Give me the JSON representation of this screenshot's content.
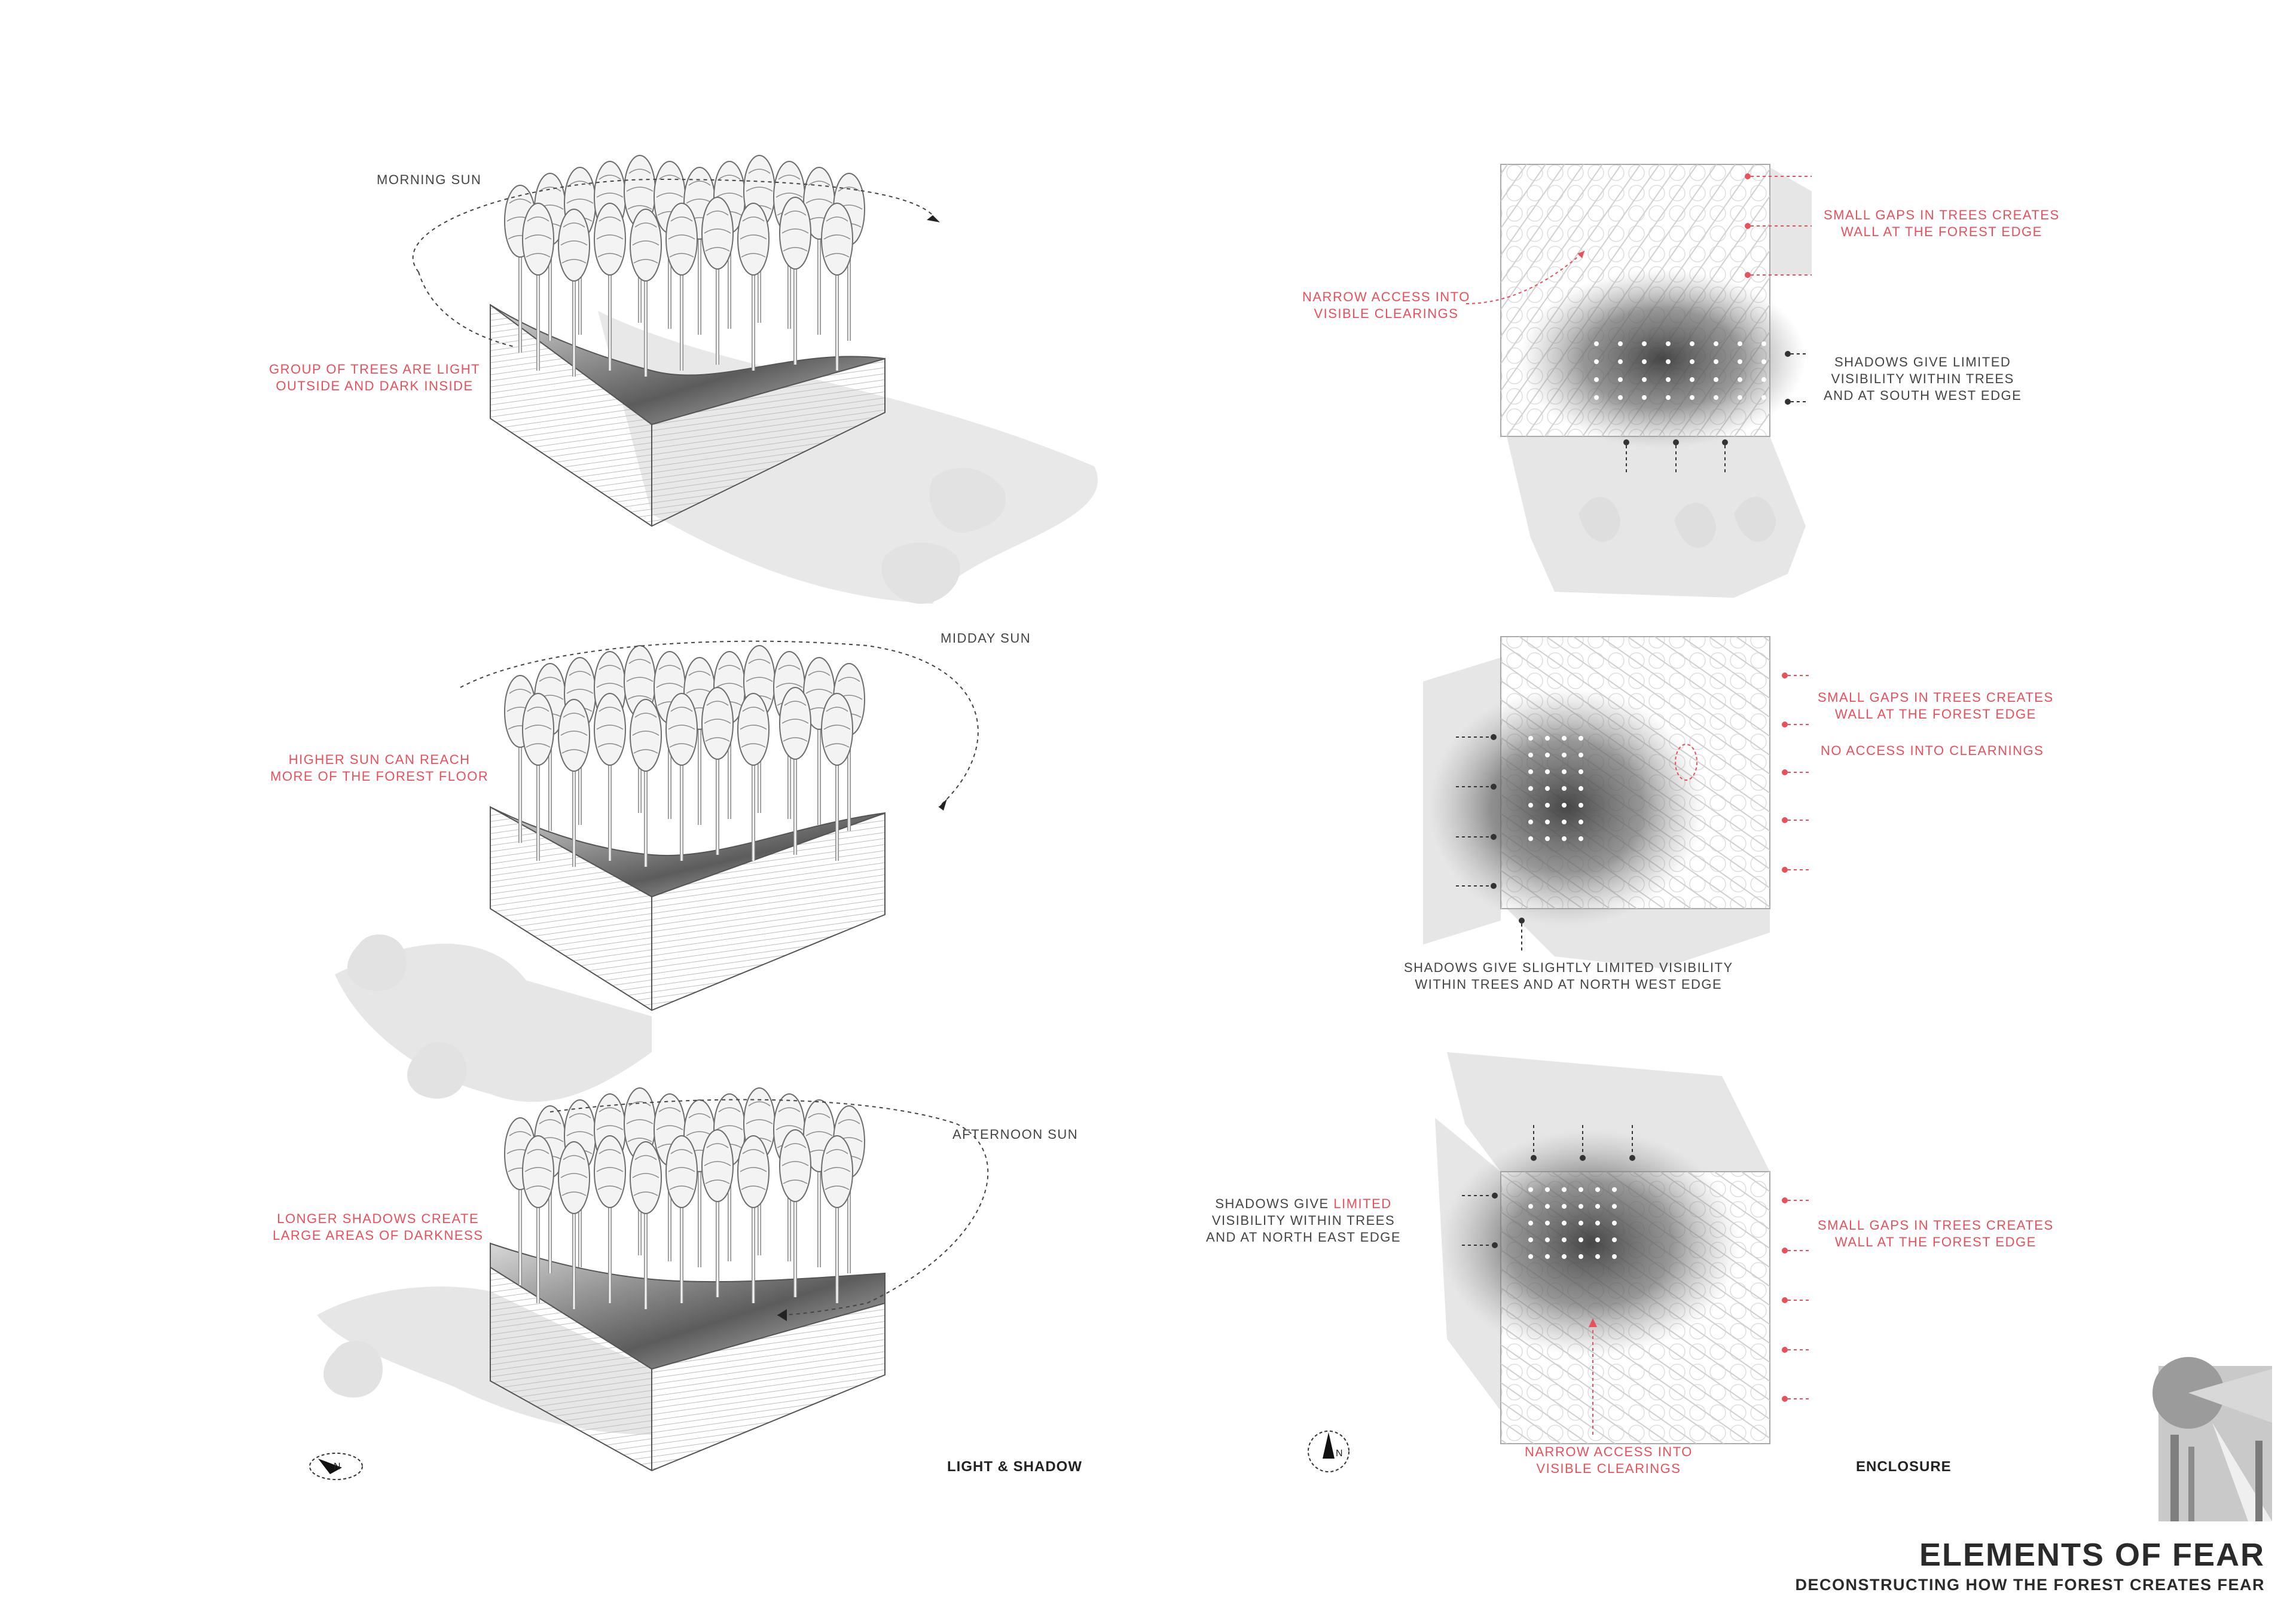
{
  "light_shadow": {
    "caption": "LIGHT & SHADOW",
    "morning": {
      "sun_label": "MORNING SUN",
      "note": "GROUP OF TREES ARE LIGHT\nOUTSIDE AND DARK INSIDE"
    },
    "midday": {
      "sun_label": "MIDDAY SUN",
      "note": "HIGHER SUN CAN REACH\nMORE OF THE FOREST FLOOR"
    },
    "afternoon": {
      "sun_label": "AFTERNOON SUN",
      "note": "LONGER SHADOWS CREATE\nLARGE AREAS OF DARKNESS"
    },
    "north_letter": "N"
  },
  "enclosure": {
    "caption": "ENCLOSURE",
    "north_letter": "N",
    "plan_1": {
      "access_note": "NARROW ACCESS INTO\nVISIBLE CLEARINGS",
      "gaps_note": "SMALL GAPS IN TREES CREATES\nWALL AT THE FOREST EDGE",
      "shadow_note": "SHADOWS GIVE LIMITED\nVISIBILITY WITHIN TREES\nAND AT SOUTH WEST EDGE"
    },
    "plan_2": {
      "gaps_note": "SMALL GAPS IN TREES CREATES\nWALL AT THE FOREST EDGE",
      "no_access_note": "NO ACCESS INTO CLEARNINGS",
      "shadow_note": "SHADOWS GIVE SLIGHTLY LIMITED VISIBILITY\nWITHIN TREES AND AT NORTH WEST EDGE"
    },
    "plan_3": {
      "shadow_note_a": "SHADOWS GIVE ",
      "shadow_note_b": "LIMITED",
      "shadow_note_c": "\nVISIBILITY WITHIN TREES\nAND AT NORTH EAST EDGE",
      "gaps_note": "SMALL GAPS IN TREES CREATES\nWALL AT THE FOREST EDGE",
      "access_note": "NARROW ACCESS INTO\nVISIBLE CLEARINGS"
    }
  },
  "sheet": {
    "title": "ELEMENTS OF FEAR",
    "subtitle": "DECONSTRUCTING HOW THE FOREST CREATES FEAR"
  },
  "colors": {
    "accent_red": "#e8505b",
    "ink": "#2a2a2a",
    "shadow_grey": "#e6e6e6",
    "mid_grey": "#9a9a9a"
  }
}
